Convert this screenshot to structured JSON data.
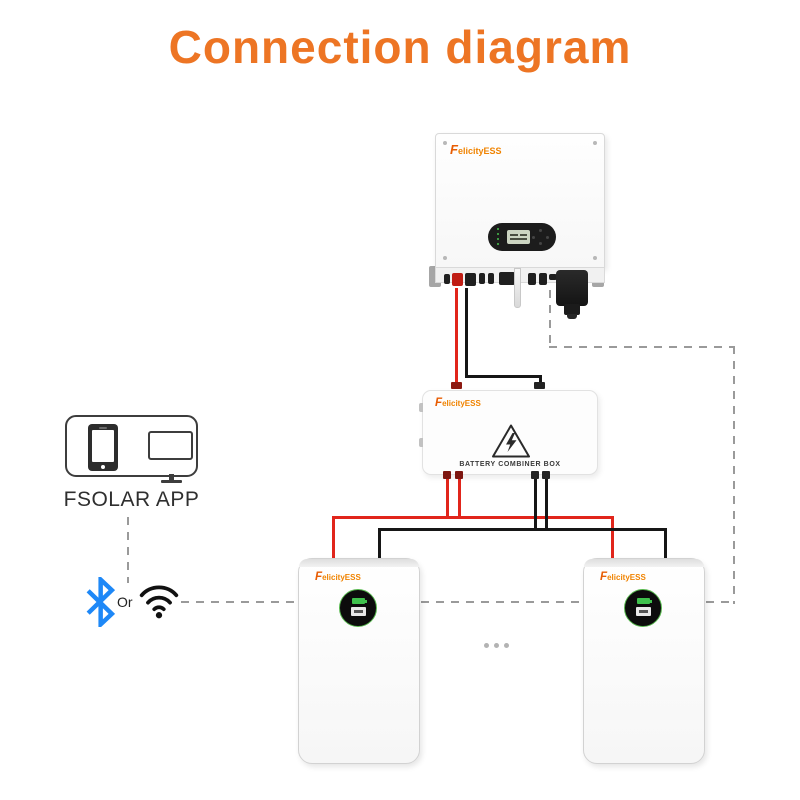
{
  "title": {
    "text": "Connection diagram"
  },
  "brand": "FelicityESS",
  "combiner": {
    "label": "BATTERY COMBINER BOX"
  },
  "app": {
    "label": "FSOLAR APP"
  },
  "connectivity": {
    "or_label": "Or",
    "options": [
      "bluetooth",
      "wifi"
    ]
  },
  "components": [
    "inverter",
    "battery-combiner-box",
    "battery-left",
    "battery-right",
    "fsolar-app"
  ],
  "icons": [
    "smartphone-icon",
    "monitor-icon",
    "bluetooth-icon",
    "wifi-icon",
    "warning-triangle-icon",
    "more-batteries-ellipsis"
  ],
  "colors": {
    "accent_orange": "#ED7524",
    "logo_orange": "#F08300",
    "wire_red": "#E1251B",
    "wire_black": "#161616",
    "comm_dash_gray": "#9A9A9A",
    "bluetooth_blue": "#1E88F7",
    "battery_ring_green": "#58B84F"
  }
}
